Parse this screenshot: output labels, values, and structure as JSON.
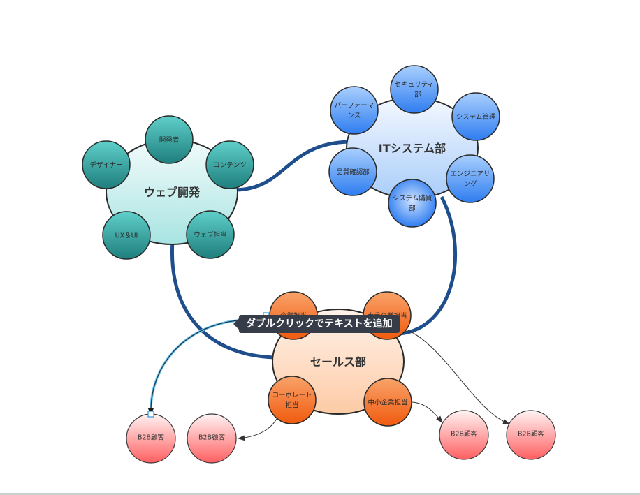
{
  "diagram": {
    "type": "mind-map",
    "connector_color": "#1f4e8c",
    "groups": [
      {
        "id": "web",
        "label": "ウェブ開発",
        "theme": {
          "hub_top": "#f2fbfb",
          "hub_bottom": "#a8e4e2",
          "node_top": "#5fcfca",
          "node_bottom": "#1f7f7d"
        },
        "children": [
          {
            "label": [
              "開発者"
            ]
          },
          {
            "label": [
              "コンテンツ"
            ]
          },
          {
            "label": [
              "ウェブ担当"
            ]
          },
          {
            "label": [
              "UX＆UI"
            ]
          },
          {
            "label": [
              "デザイナー"
            ]
          }
        ]
      },
      {
        "id": "it",
        "label": "ITシステム部",
        "theme": {
          "hub_top": "#f4f8ff",
          "hub_bottom": "#a9cdfa",
          "node_top": "#a9cffd",
          "node_bottom": "#2f7df0"
        },
        "children": [
          {
            "label": [
              "セキュリティ",
              "ー部"
            ]
          },
          {
            "label": [
              "システム管理"
            ]
          },
          {
            "label": [
              "エンジニアリ",
              "ング"
            ]
          },
          {
            "label": [
              "システム購買",
              "部"
            ]
          },
          {
            "label": [
              "品質確認部"
            ]
          },
          {
            "label": [
              "パーフォーマ",
              "ンス"
            ]
          }
        ]
      },
      {
        "id": "sales",
        "label": "セールス部",
        "theme": {
          "hub_top": "#fff3ea",
          "hub_bottom": "#fdcaa5",
          "node_top": "#f9a36a",
          "node_bottom": "#f05a0e"
        },
        "children": [
          {
            "label": [
              "企業担当"
            ]
          },
          {
            "label": [
              "大手企業担当"
            ]
          },
          {
            "label": [
              "中小企業担当"
            ]
          },
          {
            "label": [
              "コーポレート",
              "担当"
            ]
          }
        ]
      }
    ],
    "leaf_nodes": [
      {
        "label": "B2B顧客",
        "from": "企業担当"
      },
      {
        "label": "B2B顧客",
        "from": "コーポレート担当"
      },
      {
        "label": "B2B顧客",
        "from": "中小企業担当"
      },
      {
        "label": "B2B顧客",
        "from": "大手企業担当"
      }
    ],
    "leaf_theme": {
      "top": "#fff3f3",
      "bottom": "#ff5f61"
    },
    "tooltip": "ダブルクリックでテキストを追加"
  }
}
